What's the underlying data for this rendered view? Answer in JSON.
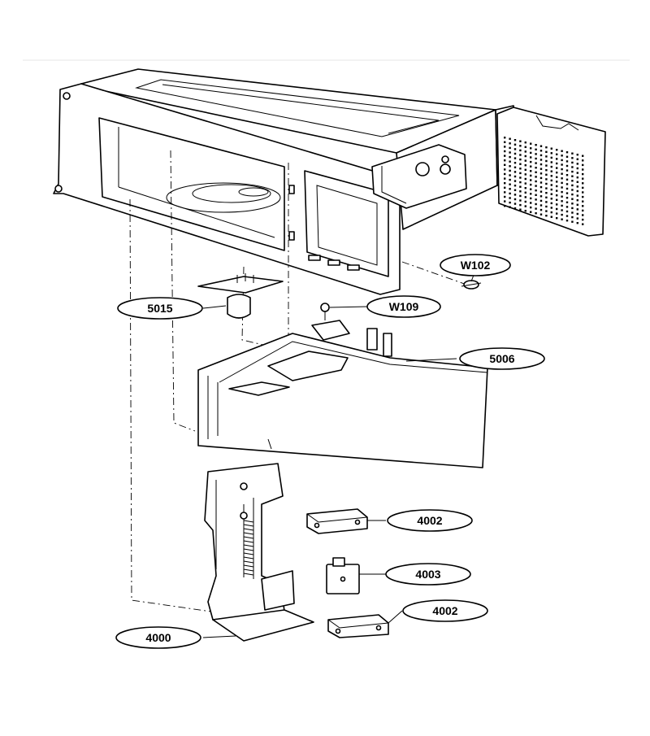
{
  "diagram": {
    "callouts": [
      {
        "id": "w102",
        "text": "W102"
      },
      {
        "id": "w109",
        "text": "W109"
      },
      {
        "id": "p5015",
        "text": "5015"
      },
      {
        "id": "p5006",
        "text": "5006"
      },
      {
        "id": "p4002a",
        "text": "4002"
      },
      {
        "id": "p4003",
        "text": "4003"
      },
      {
        "id": "p4002b",
        "text": "4002"
      },
      {
        "id": "p4000",
        "text": "4000"
      }
    ]
  }
}
